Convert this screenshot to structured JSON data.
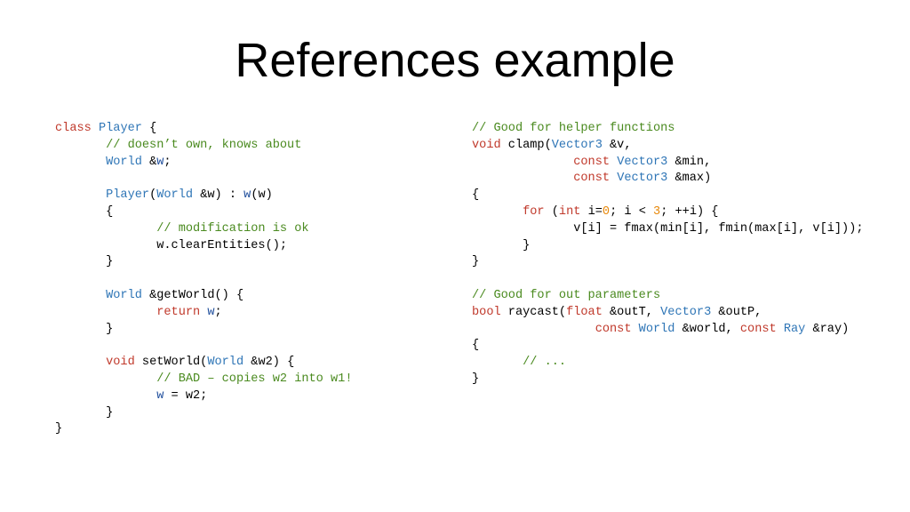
{
  "slide": {
    "title": "References example"
  },
  "colors": {
    "keyword": "#c0392b",
    "type": "#2e75b6",
    "comment": "#4a8a1f",
    "number": "#e8890c",
    "member": "#1f4e9c",
    "text": "#000000"
  },
  "code_left": [
    [
      {
        "t": "class",
        "c": "kw"
      },
      {
        "t": " "
      },
      {
        "t": "Player",
        "c": "ty"
      },
      {
        "t": " {"
      }
    ],
    [
      {
        "t": "\t"
      },
      {
        "t": "// doesn’t own, knows about",
        "c": "cm"
      }
    ],
    [
      {
        "t": "\t"
      },
      {
        "t": "World",
        "c": "ty"
      },
      {
        "t": " &"
      },
      {
        "t": "w",
        "c": "mb"
      },
      {
        "t": ";"
      }
    ],
    [],
    [
      {
        "t": "\t"
      },
      {
        "t": "Player",
        "c": "ty"
      },
      {
        "t": "("
      },
      {
        "t": "World",
        "c": "ty"
      },
      {
        "t": " &w) : "
      },
      {
        "t": "w",
        "c": "mb"
      },
      {
        "t": "(w)"
      }
    ],
    [
      {
        "t": "\t{"
      }
    ],
    [
      {
        "t": "\t\t"
      },
      {
        "t": "// modification is ok",
        "c": "cm"
      }
    ],
    [
      {
        "t": "\t\tw.clearEntities();"
      }
    ],
    [
      {
        "t": "\t}"
      }
    ],
    [],
    [
      {
        "t": "\t"
      },
      {
        "t": "World",
        "c": "ty"
      },
      {
        "t": " &getWorld() {"
      }
    ],
    [
      {
        "t": "\t\t"
      },
      {
        "t": "return",
        "c": "kw"
      },
      {
        "t": " "
      },
      {
        "t": "w",
        "c": "mb"
      },
      {
        "t": ";"
      }
    ],
    [
      {
        "t": "\t}"
      }
    ],
    [],
    [
      {
        "t": "\t"
      },
      {
        "t": "void",
        "c": "kw"
      },
      {
        "t": " setWorld("
      },
      {
        "t": "World",
        "c": "ty"
      },
      {
        "t": " &w2) {"
      }
    ],
    [
      {
        "t": "\t\t"
      },
      {
        "t": "// BAD – copies w2 into w1!",
        "c": "cm"
      }
    ],
    [
      {
        "t": "\t\t"
      },
      {
        "t": "w",
        "c": "mb"
      },
      {
        "t": " = w2;"
      }
    ],
    [
      {
        "t": "\t}"
      }
    ],
    [
      {
        "t": "}"
      }
    ]
  ],
  "code_right": [
    [
      {
        "t": "// Good for helper functions",
        "c": "cm"
      }
    ],
    [
      {
        "t": "void",
        "c": "kw"
      },
      {
        "t": " clamp("
      },
      {
        "t": "Vector3",
        "c": "ty"
      },
      {
        "t": " &v,"
      }
    ],
    [
      {
        "t": "\t\t"
      },
      {
        "t": "const",
        "c": "kw"
      },
      {
        "t": " "
      },
      {
        "t": "Vector3",
        "c": "ty"
      },
      {
        "t": " &min,"
      }
    ],
    [
      {
        "t": "\t\t"
      },
      {
        "t": "const",
        "c": "kw"
      },
      {
        "t": " "
      },
      {
        "t": "Vector3",
        "c": "ty"
      },
      {
        "t": " &max)"
      }
    ],
    [
      {
        "t": "{"
      }
    ],
    [
      {
        "t": "\t"
      },
      {
        "t": "for",
        "c": "kw"
      },
      {
        "t": " ("
      },
      {
        "t": "int",
        "c": "kw"
      },
      {
        "t": " i="
      },
      {
        "t": "0",
        "c": "nm"
      },
      {
        "t": "; i < "
      },
      {
        "t": "3",
        "c": "nm"
      },
      {
        "t": "; ++i) {"
      }
    ],
    [
      {
        "t": "\t\tv[i] = fmax(min[i], fmin(max[i], v[i]));"
      }
    ],
    [
      {
        "t": "\t}"
      }
    ],
    [
      {
        "t": "}"
      }
    ],
    [],
    [
      {
        "t": "// Good for out parameters",
        "c": "cm"
      }
    ],
    [
      {
        "t": "bool",
        "c": "kw"
      },
      {
        "t": " raycast("
      },
      {
        "t": "float",
        "c": "kw"
      },
      {
        "t": " &outT, "
      },
      {
        "t": "Vector3",
        "c": "ty"
      },
      {
        "t": " &outP,"
      }
    ],
    [
      {
        "t": "\t\t   "
      },
      {
        "t": "const",
        "c": "kw"
      },
      {
        "t": " "
      },
      {
        "t": "World",
        "c": "ty"
      },
      {
        "t": " &world, "
      },
      {
        "t": "const",
        "c": "kw"
      },
      {
        "t": " "
      },
      {
        "t": "Ray",
        "c": "ty"
      },
      {
        "t": " &ray)"
      }
    ],
    [
      {
        "t": "{"
      }
    ],
    [
      {
        "t": "\t"
      },
      {
        "t": "// ...",
        "c": "cm"
      }
    ],
    [
      {
        "t": "}"
      }
    ]
  ]
}
